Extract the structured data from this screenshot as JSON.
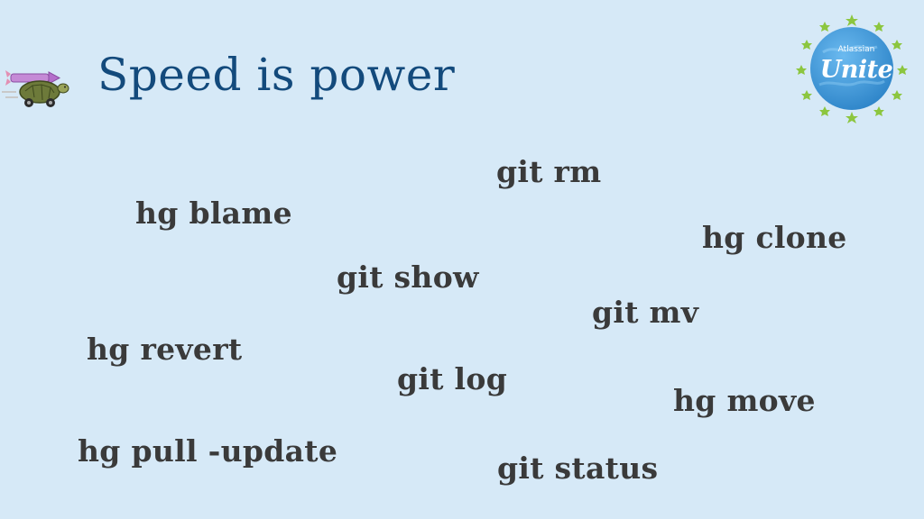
{
  "slide": {
    "title": "Speed is power",
    "commands": [
      "git rm",
      "hg blame",
      "hg clone",
      "git show",
      "git mv",
      "hg revert",
      "git log",
      "hg move",
      "hg pull -update",
      "git status"
    ]
  },
  "logo": {
    "brand": "Atlassian",
    "name": "Unite",
    "color": "#3d97d9",
    "star_color": "#8cc63f"
  },
  "colors": {
    "background": "#d6e9f7",
    "title": "#134a7c",
    "command_text": "#3a3a3a"
  },
  "icons": {
    "decoration": "rocket-turtle-icon"
  }
}
